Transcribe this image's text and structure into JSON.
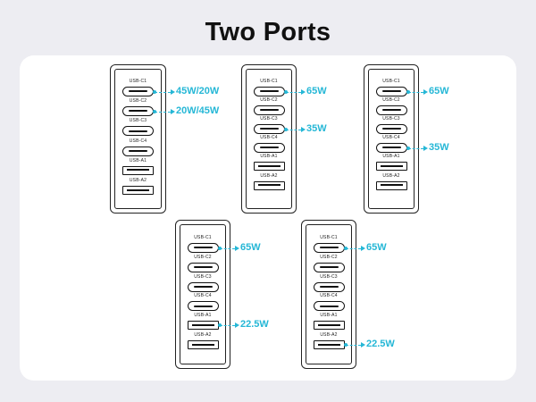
{
  "title": "Two Ports",
  "port_labels": [
    "USB-C1",
    "USB-C2",
    "USB-C3",
    "USB-C4",
    "USB-A1",
    "USB-A2"
  ],
  "configurations": [
    {
      "outputs": [
        {
          "port": 0,
          "watts": "45W/20W"
        },
        {
          "port": 1,
          "watts": "20W/45W"
        }
      ]
    },
    {
      "outputs": [
        {
          "port": 0,
          "watts": "65W"
        },
        {
          "port": 2,
          "watts": "35W"
        }
      ]
    },
    {
      "outputs": [
        {
          "port": 0,
          "watts": "65W"
        },
        {
          "port": 3,
          "watts": "35W"
        }
      ]
    },
    {
      "outputs": [
        {
          "port": 0,
          "watts": "65W"
        },
        {
          "port": 4,
          "watts": "22.5W"
        }
      ]
    },
    {
      "outputs": [
        {
          "port": 0,
          "watts": "65W"
        },
        {
          "port": 5,
          "watts": "22.5W"
        }
      ]
    }
  ],
  "colors": {
    "accent": "#25b7d6",
    "outline": "#111111",
    "panel": "#ffffff",
    "background": "#ededf2"
  }
}
